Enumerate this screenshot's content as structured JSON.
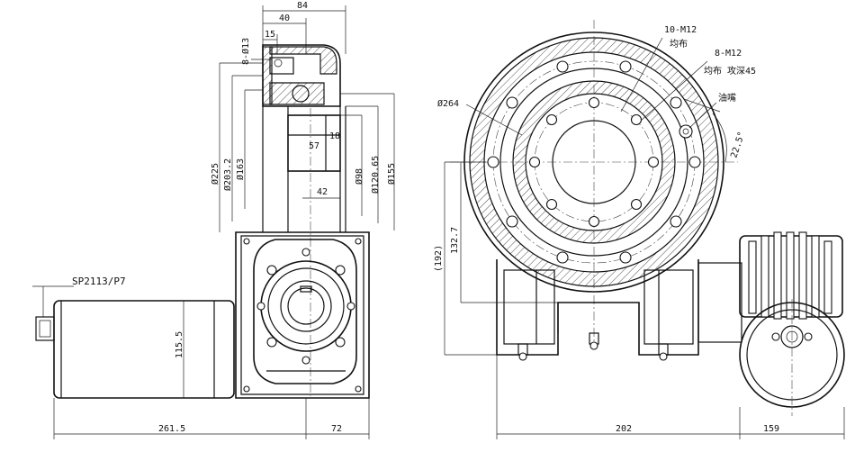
{
  "views": {
    "side": {
      "dims": {
        "overall_width": "84",
        "offset_40": "40",
        "offset_15": "15",
        "bolt_holes": "8-Ø13",
        "hub_57": "57",
        "hub_18": "18",
        "hub_42": "42",
        "dia_225": "Ø225",
        "dia_203": "Ø203.2",
        "dia_163": "Ø163",
        "dia_98": "Ø98",
        "dia_120": "Ø120.65",
        "dia_155": "Ø155",
        "motor_height": "115.5",
        "motor_length": "261.5",
        "gearbox_width": "72"
      },
      "motor_label": "SP2113/P7"
    },
    "front": {
      "dims": {
        "dia_264": "Ø264",
        "holes_outer": "10-M12",
        "holes_outer_note": "均布",
        "holes_inner": "8-M12",
        "holes_inner_note": "均布 攻深45",
        "grease": "油嘴",
        "angle": "22.5°",
        "height_1327": "132.7",
        "height_192": "(192)",
        "width_202": "202",
        "width_159": "159"
      }
    }
  }
}
